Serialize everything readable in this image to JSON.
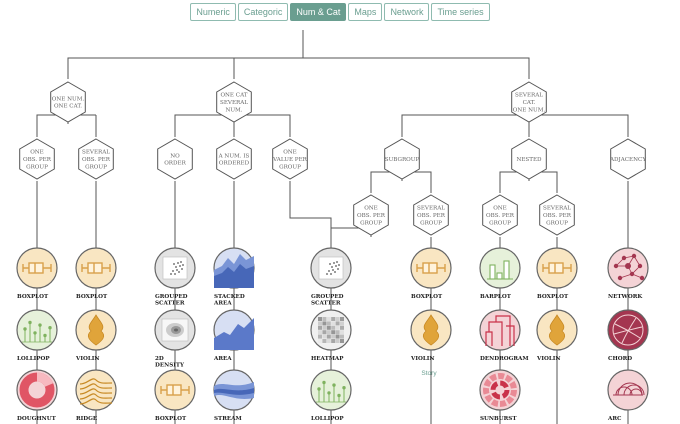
{
  "tabs": [
    {
      "label": "Numeric",
      "active": false
    },
    {
      "label": "Categoric",
      "active": false
    },
    {
      "label": "Num & Cat",
      "active": true
    },
    {
      "label": "Maps",
      "active": false
    },
    {
      "label": "Network",
      "active": false
    },
    {
      "label": "Time series",
      "active": false
    }
  ],
  "nodes": {
    "n1": "ONE NUM.|ONE CAT.",
    "n2": "ONE CAT|SEVERAL|NUM.",
    "n3": "SEVERAL|CAT.|ONE NUM.",
    "n11": "ONE|OBS. PER|GROUP",
    "n12": "SEVERAL|OBS. PER|GROUP",
    "n21": "NO|ORDER",
    "n22": "A NUM. IS|ORDERED",
    "n23": "ONE|VALUE PER|GROUP",
    "n31": "SUBGROUP",
    "n32": "NESTED",
    "n33": "ADJACENCY",
    "n311": "ONE|OBS. PER|GROUP",
    "n312": "SEVERAL|OBS. PER|GROUP",
    "n321": "ONE|OBS. PER|GROUP",
    "n322": "SEVERAL|OBS. PER|GROUP"
  },
  "leaves": {
    "c1": [
      "BOXPLOT",
      "LOLLIPOP",
      "DOUGHNUT"
    ],
    "c2": [
      "BOXPLOT",
      "VIOLIN",
      "RIDGE"
    ],
    "c3": [
      "GROUPED|SCATTER",
      "2D|DENSITY",
      "BOXPLOT"
    ],
    "c4": [
      "STACKED|AREA",
      "AREA",
      "STREAM"
    ],
    "c5": [
      "GROUPED|SCATTER",
      "HEATMAP",
      "LOLLIPOP"
    ],
    "c6": [
      "BOXPLOT",
      "VIOLIN"
    ],
    "c7": [
      "BARPLOT",
      "DENDROGRAM",
      "SUNBURST"
    ],
    "c8": [
      "BOXPLOT",
      "VIOLIN"
    ],
    "c9": [
      "NETWORK",
      "CHORD",
      "ARC"
    ]
  },
  "story_label": "Story",
  "colors": {
    "line": "#555555",
    "amber": "#f0c070",
    "amber_bg": "#f9e6c2",
    "green": "#8ec26f",
    "green_bg": "#e6f1da",
    "blue": "#5b79c9",
    "blue_bg": "#d7dff3",
    "red": "#c9324a",
    "red_bg": "#f4d3d6",
    "wine": "#a43650",
    "gray_bg": "#e3e3e3",
    "accent": "#6a9e90"
  }
}
